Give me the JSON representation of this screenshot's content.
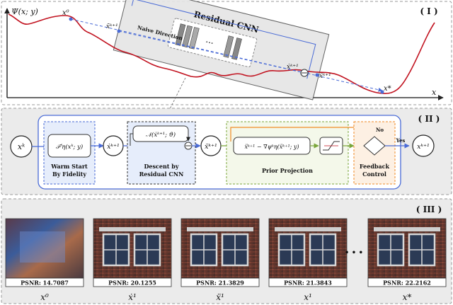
{
  "panel1": {
    "tag": "( I )",
    "y_axis_label": "Ψ(x; y)",
    "x_axis_label": "x",
    "box_title": "Residual CNN",
    "naive_direction": "Naive Direction",
    "pt_x0": "x⁰",
    "pt_xk1": "x̄ᵏ⁺¹",
    "pt_xdot": "ẋᵏ⁺¹",
    "pt_xddot": "ẍᵏ⁺¹",
    "pt_xstar": "x*"
  },
  "panel2": {
    "tag": "( II )",
    "in_node": "xᵏ",
    "warm_box": "𝒯ᶠη(xᵏ; y)",
    "warm_label_1": "Warm Start",
    "warm_label_2": "By Fidelity",
    "node_xdot": "ẋᵏ⁺¹",
    "cnn_box": "𝒩(ẋᵏ⁺¹; ϑ)",
    "cnn_label_1": "Descent by",
    "cnn_label_2": "Residual CNN",
    "node_xddot": "ẍᵏ⁺¹",
    "prior_box": "ẍᵏ⁺¹ − ∇ψᵏη(ẍᵏ⁺¹; y)",
    "prior_label": "Prior Projection",
    "fb_no": "No",
    "fb_yes": "Yes",
    "fb_label_1": "Feedback",
    "fb_label_2": "Control",
    "out_node": "xᵏ⁺¹",
    "colors": {
      "blue": "#4a6bd6",
      "orange": "#f08a24",
      "green": "#7aa63a",
      "red": "#d33"
    }
  },
  "panel3": {
    "tag": "( III )",
    "ellipsis": "• • •",
    "images": [
      {
        "psnr": "PSNR: 14.7087",
        "label": "x⁰"
      },
      {
        "psnr": "PSNR: 20.1255",
        "label": "ẋ¹"
      },
      {
        "psnr": "PSNR: 21.3829",
        "label": "ẍ¹"
      },
      {
        "psnr": "PSNR: 21.3843",
        "label": "x¹"
      },
      {
        "psnr": "PSNR: 22.2162",
        "label": "x*"
      }
    ]
  }
}
